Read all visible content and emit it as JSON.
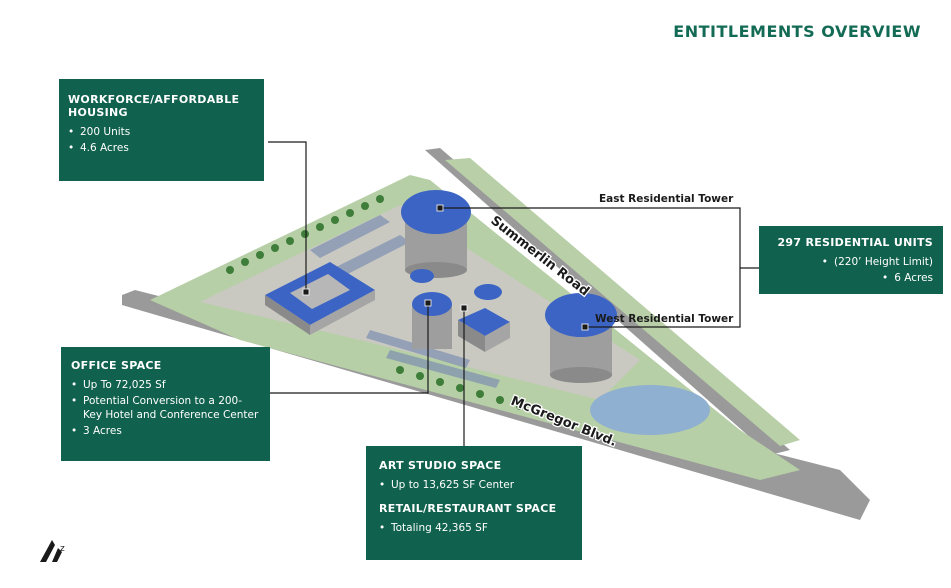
{
  "title": "ENTITLEMENTS OVERVIEW",
  "boxes": {
    "housing": {
      "heading": "WORKFORCE/AFFORDABLE HOUSING",
      "items": [
        "200 Units",
        "4.6 Acres"
      ]
    },
    "residential": {
      "heading": "297 RESIDENTIAL UNITS",
      "items": [
        "(220’ Height Limit)",
        "6 Acres"
      ]
    },
    "office": {
      "heading": "OFFICE SPACE",
      "items": [
        "Up To 72,025 Sf",
        "Potential Conversion to  a  200-Key Hotel and Conference Center",
        "3 Acres"
      ]
    },
    "art": {
      "heading": "ART STUDIO SPACE",
      "items": [
        "Up to 13,625 SF Center"
      ],
      "heading2": "RETAIL/RESTAURANT SPACE",
      "items2": [
        "Totaling 42,365 SF"
      ]
    }
  },
  "labels": {
    "east_tower": "East Residential Tower",
    "west_tower": "West Residential Tower",
    "summerlin": "Summerlin Road",
    "mcgregor": "McGregor Blvd."
  },
  "colors": {
    "box": "#10614d",
    "title": "#136b55",
    "roof": "#3c64c4",
    "road": "#8f8f8f",
    "grass": "#a9c79a"
  },
  "icons": {
    "logo": "logo-mark-icon"
  }
}
